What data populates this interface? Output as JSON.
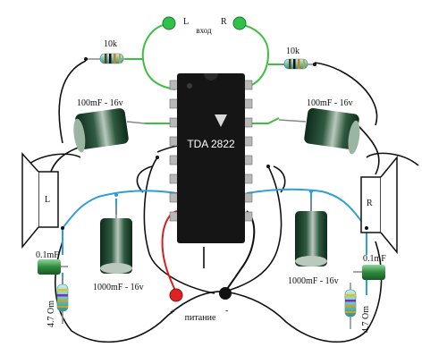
{
  "labels": {
    "left_channel": "L",
    "right_channel": "R",
    "input": "вход",
    "resistor_left": "10k",
    "resistor_right": "10k",
    "cap_top_left": "100mF - 16v",
    "cap_top_right": "100mF - 16v",
    "chip": "TDA 2822",
    "speaker_left": "L",
    "speaker_right": "R",
    "cap_small_left": "0.1mF",
    "cap_small_right": "0.1mF",
    "cap_big_left": "1000mF - 16v",
    "cap_big_right": "1000mF - 16v",
    "res_small_left": "4.7 Om",
    "res_small_right": "4.7 Om",
    "plus": "+",
    "minus": "-",
    "power": "питание"
  },
  "colors": {
    "input_wire": "#3fbf3f",
    "output_wire": "#2b9fd8",
    "power_plus": "#d42020",
    "power_minus": "#111111",
    "chip_body": "#151515",
    "pin": "#b8b8b8"
  }
}
